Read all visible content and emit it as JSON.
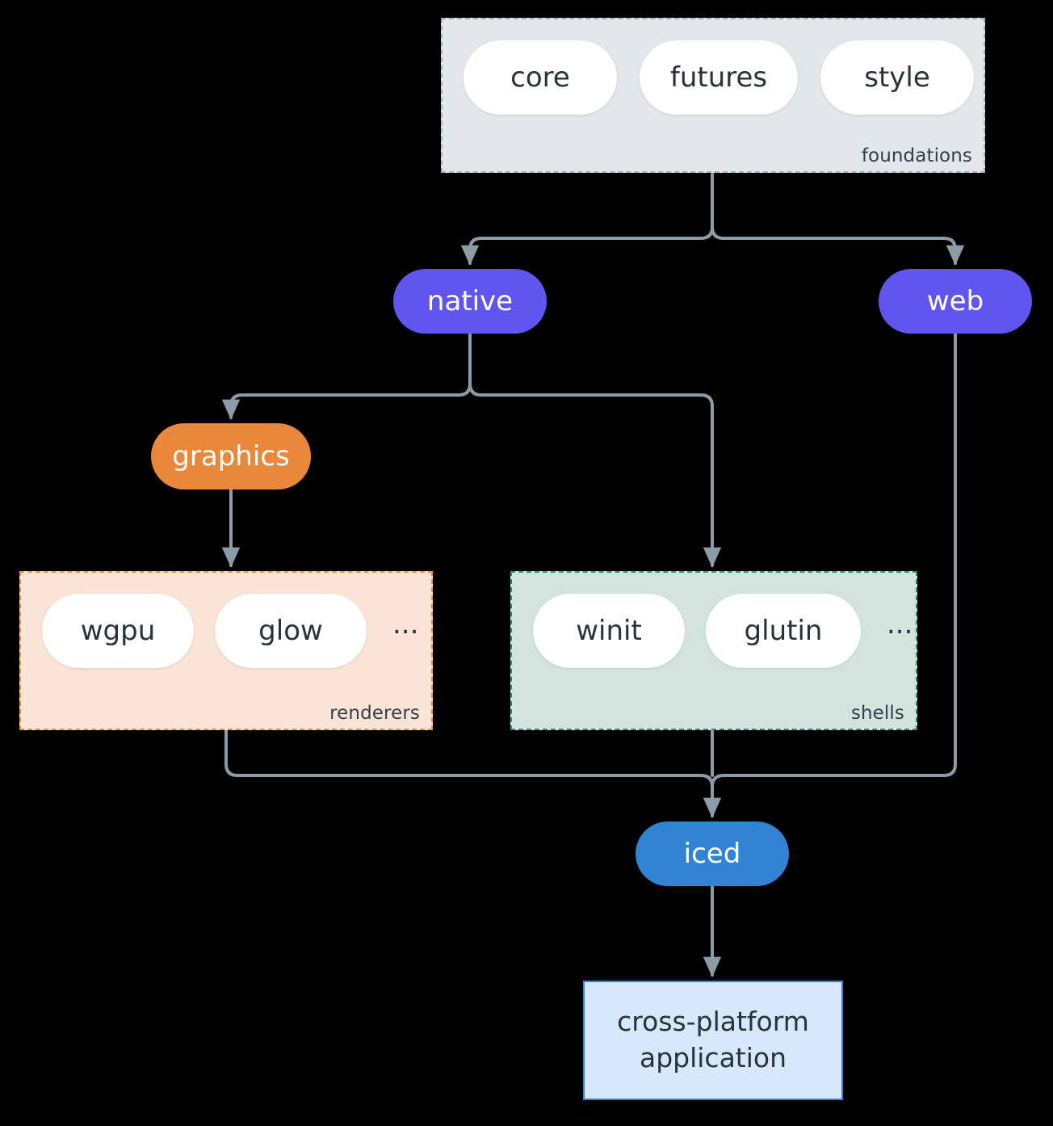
{
  "diagram": {
    "type": "architecture-dependency-graph",
    "background": "#000000",
    "edge_color": "#8d9ba6",
    "clusters": [
      {
        "id": "foundations",
        "label": "foundations",
        "fill": "#e2e7ea",
        "border": "#9fb0bd",
        "border_style": "dashed",
        "members": [
          "core",
          "futures",
          "style"
        ]
      },
      {
        "id": "renderers",
        "label": "renderers",
        "fill": "#fae4d7",
        "border": "#ef8f3e",
        "border_style": "dashed",
        "members": [
          "wgpu",
          "glow",
          "..."
        ]
      },
      {
        "id": "shells",
        "label": "shells",
        "fill": "#d3e3de",
        "border": "#2e9177",
        "border_style": "dashed",
        "members": [
          "winit",
          "glutin",
          "..."
        ]
      }
    ],
    "leaves": {
      "core": "core",
      "futures": "futures",
      "style": "style",
      "wgpu": "wgpu",
      "glow": "glow",
      "winit": "winit",
      "glutin": "glutin",
      "ellipsis_renderers": "...",
      "ellipsis_shells": "..."
    },
    "nodes": {
      "native": {
        "label": "native",
        "color": "#6155ef"
      },
      "web": {
        "label": "web",
        "color": "#6155ef"
      },
      "graphics": {
        "label": "graphics",
        "color": "#e9883b"
      },
      "iced": {
        "label": "iced",
        "color": "#3183d4"
      },
      "application": {
        "line1": "cross-platform",
        "line2": "application",
        "fill": "#d6e8f9",
        "border": "#2f86d6"
      }
    },
    "edges": [
      {
        "from": "foundations",
        "to": "native"
      },
      {
        "from": "foundations",
        "to": "web"
      },
      {
        "from": "native",
        "to": "graphics"
      },
      {
        "from": "native",
        "to": "shells"
      },
      {
        "from": "graphics",
        "to": "renderers"
      },
      {
        "from": "renderers",
        "to": "iced"
      },
      {
        "from": "shells",
        "to": "iced"
      },
      {
        "from": "web",
        "to": "iced"
      },
      {
        "from": "iced",
        "to": "application"
      }
    ]
  }
}
